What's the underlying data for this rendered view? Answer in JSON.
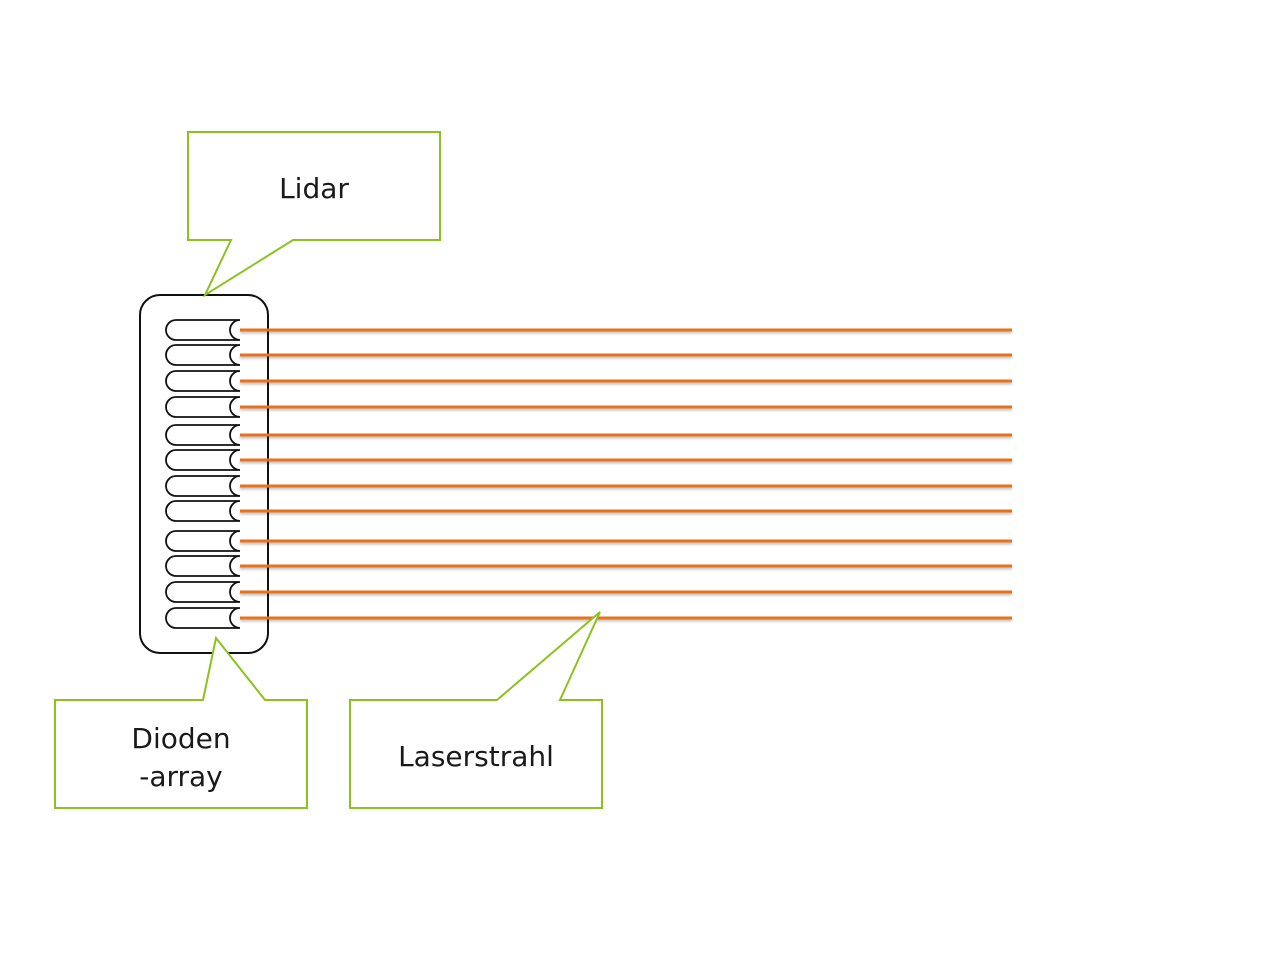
{
  "labels": {
    "lidar": "Lidar",
    "diode_line1": "Dioden",
    "diode_line2": "-array",
    "laser": "Laserstrahl"
  },
  "diode_count": 12,
  "colors": {
    "callout_border": "#8cc21e",
    "laser_beam": "#e8711c",
    "outline": "#111111",
    "background": "#ffffff"
  }
}
